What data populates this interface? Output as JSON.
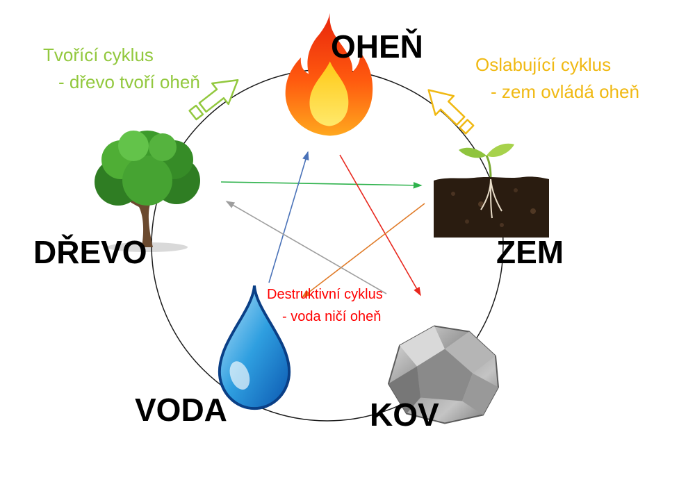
{
  "diagram": {
    "elements": {
      "fire": {
        "label": "OHEŇ"
      },
      "earth": {
        "label": "ZEM"
      },
      "metal": {
        "label": "KOV"
      },
      "water": {
        "label": "VODA"
      },
      "wood": {
        "label": "DŘEVO"
      }
    },
    "cycles": {
      "creating": {
        "line1": "Tvořící cyklus",
        "line2": "- dřevo tvoří oheň",
        "color": "#92c83e"
      },
      "weakening": {
        "line1": "Oslabující cyklus",
        "line2": "- zem ovládá oheň",
        "color": "#f0b913"
      },
      "destructive": {
        "line1": "Destruktivní cyklus",
        "line2": "- voda ničí oheň",
        "color": "#ff0000"
      }
    },
    "arrows": [
      {
        "name": "wood-to-earth",
        "color": "#2eb24c"
      },
      {
        "name": "fire-to-metal",
        "color": "#e8281e"
      },
      {
        "name": "water-to-fire",
        "color": "#4a72b8"
      },
      {
        "name": "earth-to-water",
        "color": "#e07b28"
      },
      {
        "name": "metal-to-wood",
        "color": "#9e9e9e"
      }
    ],
    "circle_color": "#1a1a1a"
  }
}
